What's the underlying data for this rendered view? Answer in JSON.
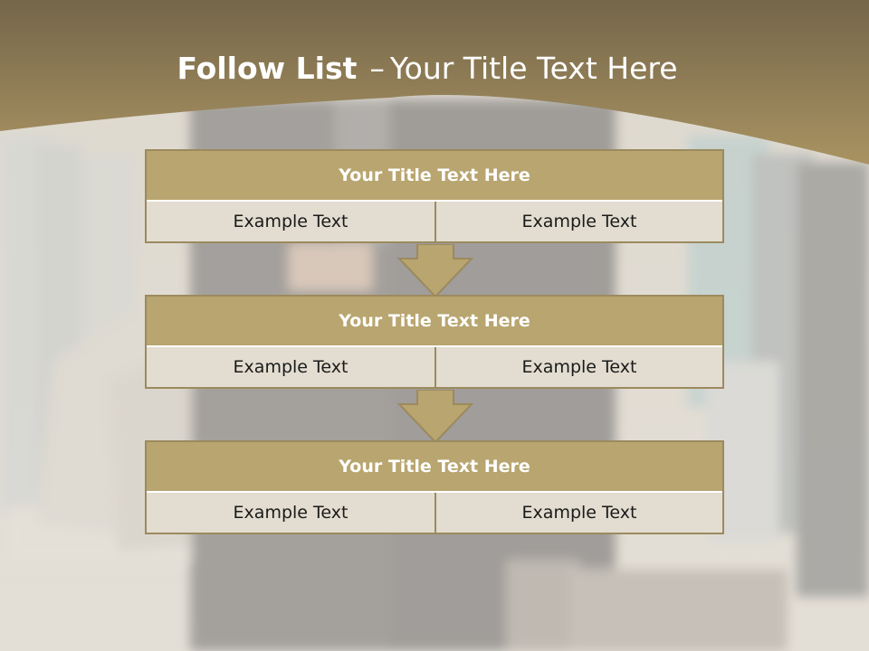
{
  "slide": {
    "title_bold": "Follow List",
    "title_dash": "–",
    "title_rest": "Your Title Text Here"
  },
  "rows": [
    {
      "title": "Your Title Text Here",
      "left": "Example Text",
      "right": "Example Text"
    },
    {
      "title": "Your Title Text Here",
      "left": "Example Text",
      "right": "Example Text"
    },
    {
      "title": "Your Title Text Here",
      "left": "Example Text",
      "right": "Example Text"
    }
  ],
  "colors": {
    "header_band": "#7d6c48",
    "title_fill": "#b8a56f",
    "cell_fill": "#e2ddd0",
    "border": "#9c8a5e"
  }
}
